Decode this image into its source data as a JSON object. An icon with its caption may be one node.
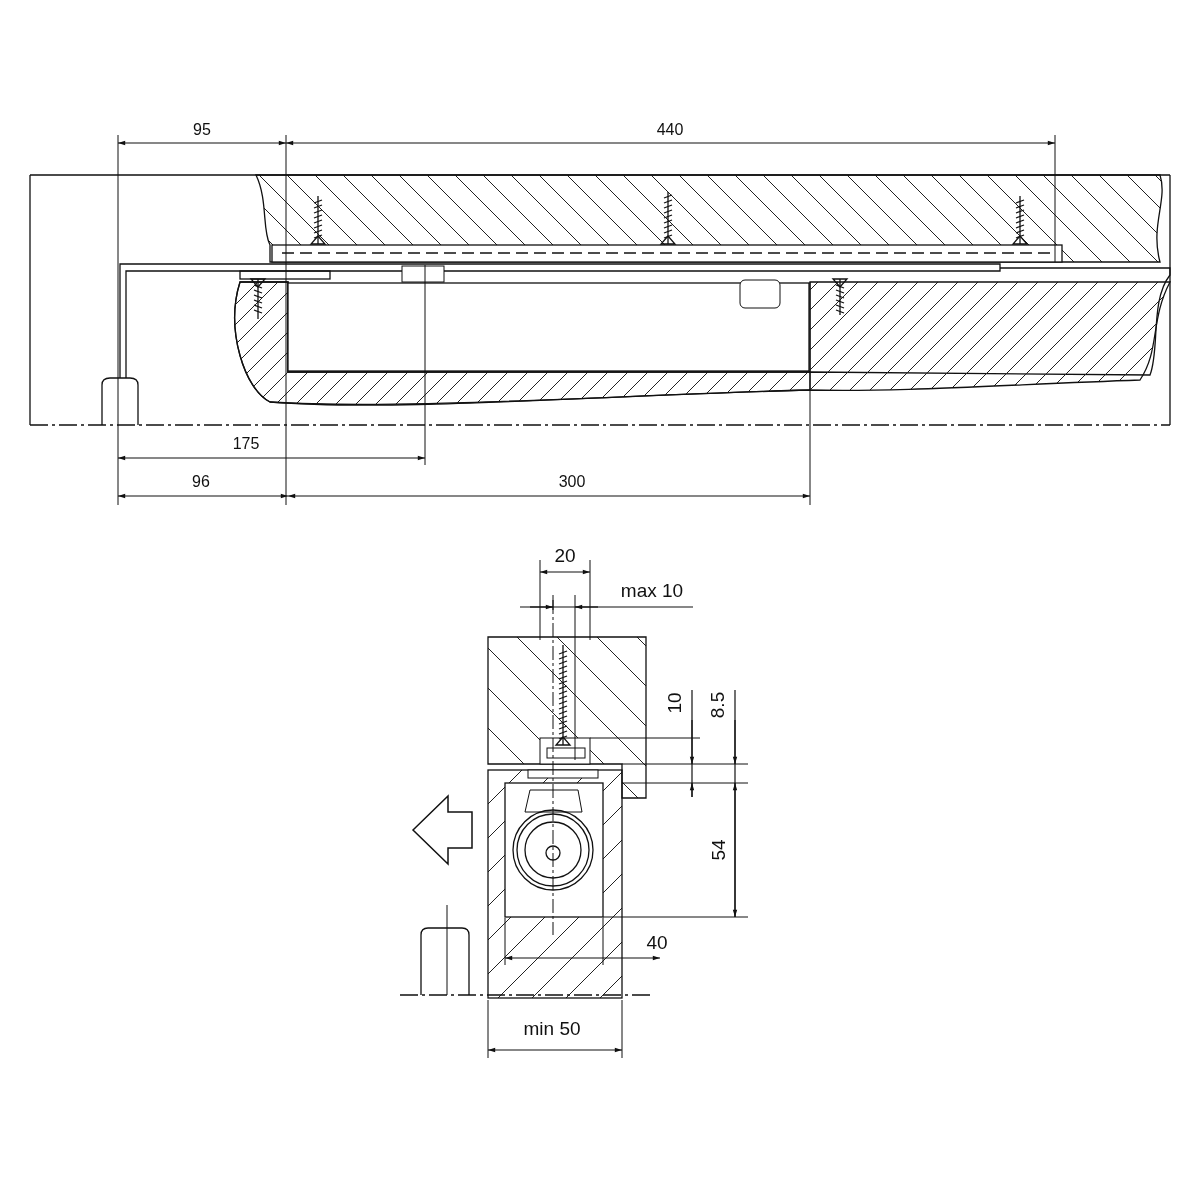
{
  "diagram": {
    "labels": [
      "95",
      "440",
      "175",
      "96",
      "300",
      "20",
      "max 10",
      "10",
      "8.5",
      "54",
      "40",
      "min 50"
    ]
  }
}
